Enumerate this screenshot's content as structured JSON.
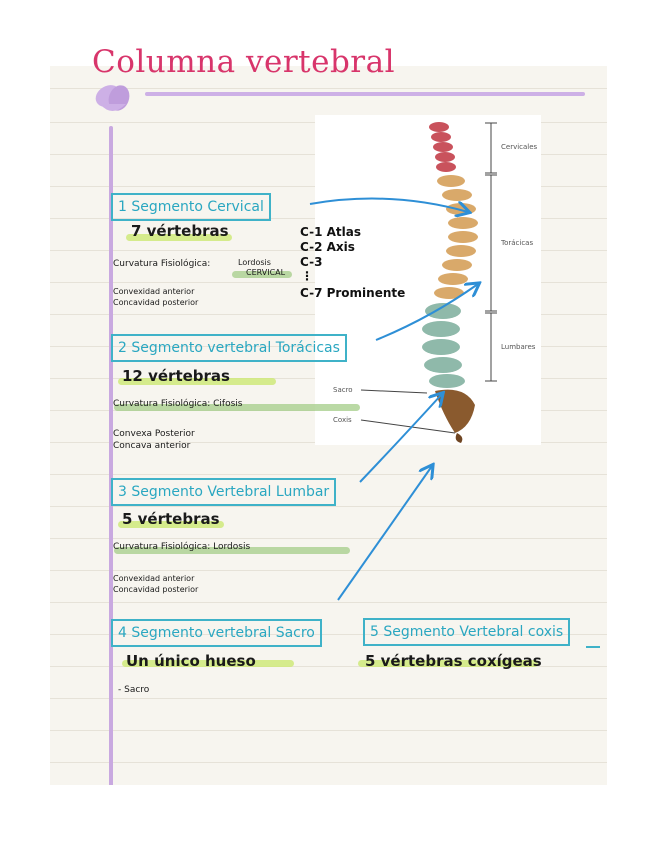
{
  "title": "Columna vertebral",
  "sections": {
    "cervical": {
      "heading": "1 Segmento Cervical",
      "count": "7 vértebras",
      "curvature": "Curvatura Fisiológica:",
      "curvature_value_1": "Lordosis",
      "curvature_value_2": "CERVICAL",
      "note_1": "Convexidad anterior",
      "note_2": "Concavidad posterior",
      "vertebrae": [
        "C-1 Atlas",
        "C-2 Axis",
        "C-3",
        "⋮",
        "C-7 Prominente"
      ]
    },
    "thoracic": {
      "heading": "2 Segmento vertebral Torácicas",
      "count": "12 vértebras",
      "curvature": "Curvatura Fisiológica: Cifosis",
      "note_1": "Convexa Posterior",
      "note_2": "Concava anterior"
    },
    "lumbar": {
      "heading": "3 Segmento Vertebral Lumbar",
      "count": "5 vértebras",
      "curvature": "Curvatura Fisiológica: Lordosis",
      "note_1": "Convexidad anterior",
      "note_2": "Concavidad posterior"
    },
    "sacro": {
      "heading": "4 Segmento vertebral Sacro",
      "count": "Un único hueso",
      "note": "- Sacro"
    },
    "coxis": {
      "heading": "5 Segmento Vertebral coxis",
      "count": "5 vértebras coxígeas"
    }
  },
  "figure_labels": {
    "cervicales": "Cervicales",
    "toracicas": "Torácicas",
    "lumbares": "Lumbares",
    "sacro": "Sacro",
    "coxis": "Coxis"
  },
  "colors": {
    "title": "#d8356b",
    "box": "#3fb2c8",
    "highlight": "#cfe97a",
    "arrow": "#2e8fd6",
    "margin": "#c9a9e0",
    "cervical": "#c9525c",
    "thoracic": "#d9a96a",
    "lumbar": "#8fb9aa",
    "sacro": "#8a5a2e"
  }
}
